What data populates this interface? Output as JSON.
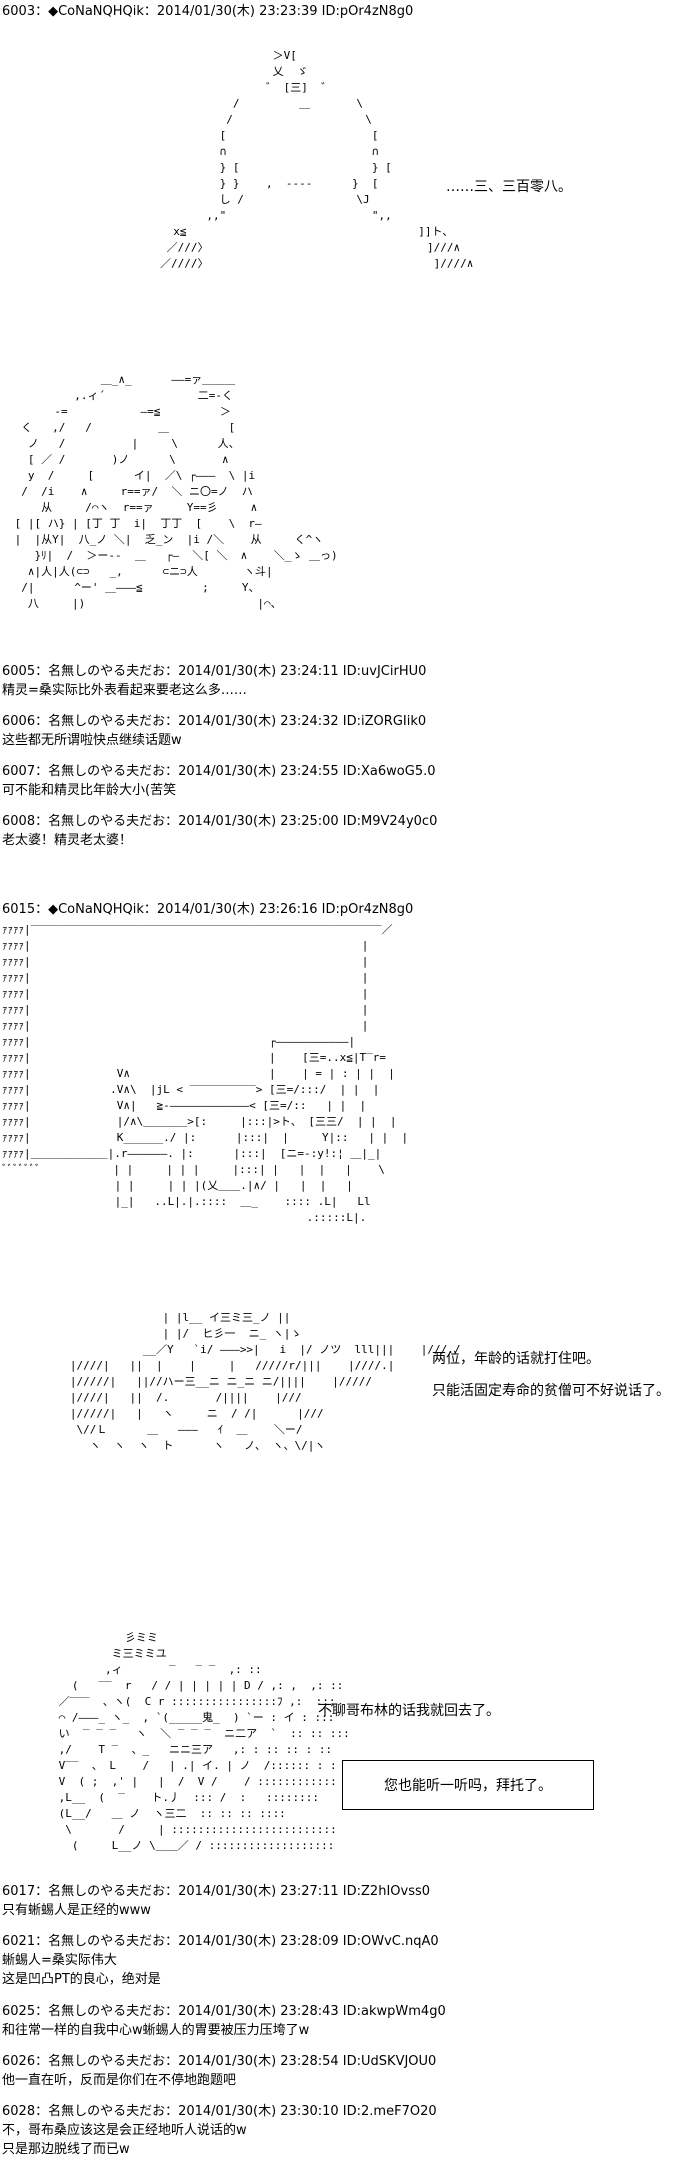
{
  "posts": [
    {
      "header": "6003：◆CoNaNQHQik：2014/01/30(木) 23:23:39 ID:pOr4zN8g0",
      "body": ""
    },
    {
      "header": "6005：名無しのやる夫だお：2014/01/30(木) 23:24:11 ID:uvJCirHU0",
      "body": "精灵=桑实际比外表看起来要老这么多……"
    },
    {
      "header": "6006：名無しのやる夫だお：2014/01/30(木) 23:24:32 ID:iZORGIik0",
      "body": "这些都无所谓啦快点继续话题w"
    },
    {
      "header": "6007：名無しのやる夫だお：2014/01/30(木) 23:24:55 ID:Xa6woG5.0",
      "body": "可不能和精灵比年龄大小(苦笑"
    },
    {
      "header": "6008：名無しのやる夫だお：2014/01/30(木) 23:25:00 ID:M9V24y0c0",
      "body": "老太婆！精灵老太婆！"
    },
    {
      "header": "6015：◆CoNaNQHQik：2014/01/30(木) 23:26:16 ID:pOr4zN8g0",
      "body": ""
    },
    {
      "header": "6017：名無しのやる夫だお：2014/01/30(木) 23:27:11 ID:Z2hIOvss0",
      "body": "只有蜥蜴人是正经的www"
    },
    {
      "header": "6021：名無しのやる夫だお：2014/01/30(木) 23:28:09 ID:OWvC.nqA0",
      "body": "蜥蜴人=桑实际伟大\n这是凹凸PT的良心，绝对是"
    },
    {
      "header": "6025：名無しのやる夫だお：2014/01/30(木) 23:28:43 ID:akwpWm4g0",
      "body": "和往常一样的自我中心w蜥蜴人的胃要被压力压垮了w"
    },
    {
      "header": "6026：名無しのやる夫だお：2014/01/30(木) 23:28:54 ID:UdSKVJOU0",
      "body": "他一直在听，反而是你们在不停地跑题吧"
    },
    {
      "header": "6028：名無しのやる夫だお：2014/01/30(木) 23:30:10 ID:2.meF7O20",
      "body": "不，哥布桑应该这是会正经地听人说话的w\n只是那边脱线了而已w"
    }
  ],
  "dialogue": {
    "line1": "……三、三百零八。",
    "line2": "两位，年龄的话就打住吧。",
    "line3": "只能活固定寿命的贫僧可不好说话了。",
    "line4": "不聊哥布林的话我就回去了。",
    "line5": "您也能听一听吗，拜托了。"
  }
}
